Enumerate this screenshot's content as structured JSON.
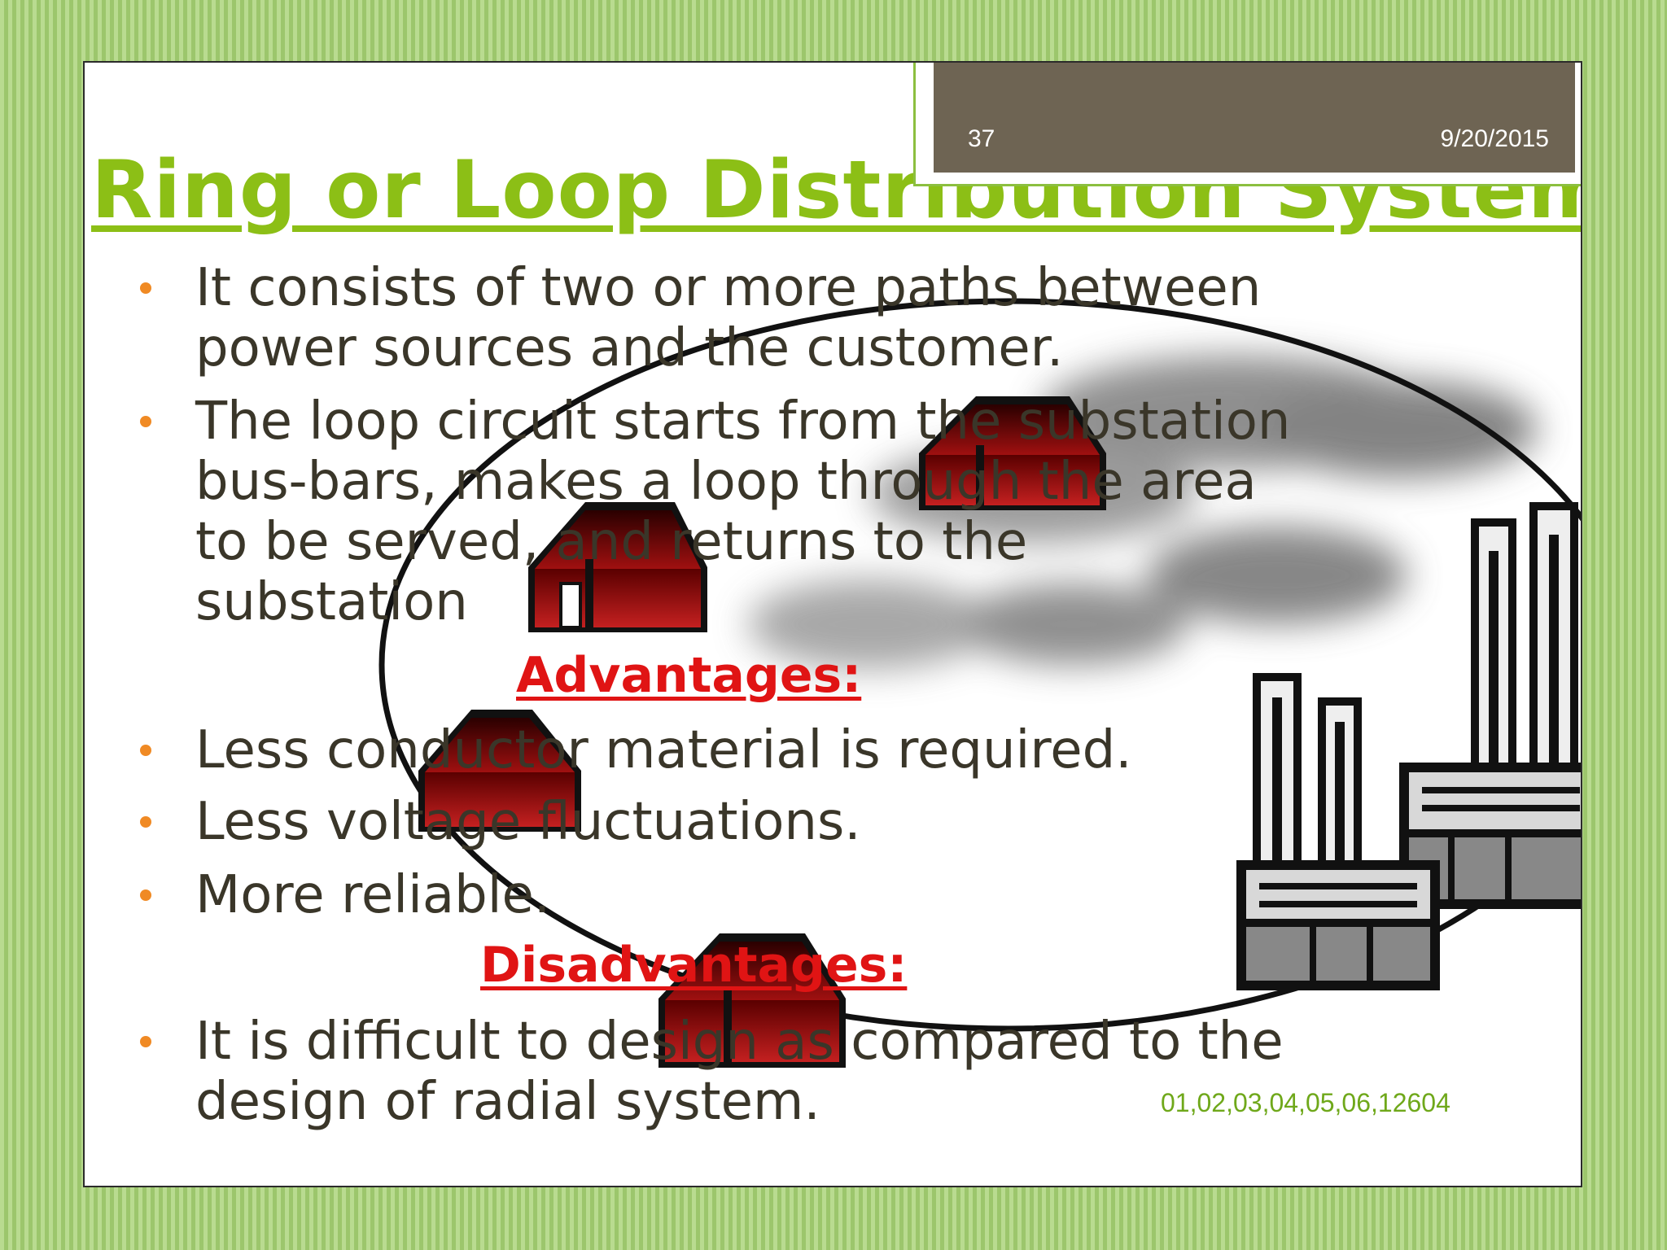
{
  "header": {
    "slide_number": "37",
    "date": "9/20/2015"
  },
  "title": "Ring or Loop Distribution System:",
  "bullets_intro": [
    "It consists of two or more paths between power sources and the customer.",
    " The loop circuit starts from the substation bus-bars, makes a loop through the area to be served, and returns to the substation"
  ],
  "advantages": {
    "heading": "Advantages:",
    "items": [
      "Less conductor material is required.",
      "Less voltage fluctuations.",
      "More reliable."
    ]
  },
  "disadvantages": {
    "heading": "Disadvantages:",
    "items": [
      "It is difficult to design as compared to the design of radial system."
    ]
  },
  "footnote": "01,02,03,04,05,06,12604",
  "colors": {
    "title": "#8cbf16",
    "subhead": "#e01414",
    "bullet": "#f08a24",
    "header_bg": "#6e6453",
    "house": "#8b0000"
  }
}
